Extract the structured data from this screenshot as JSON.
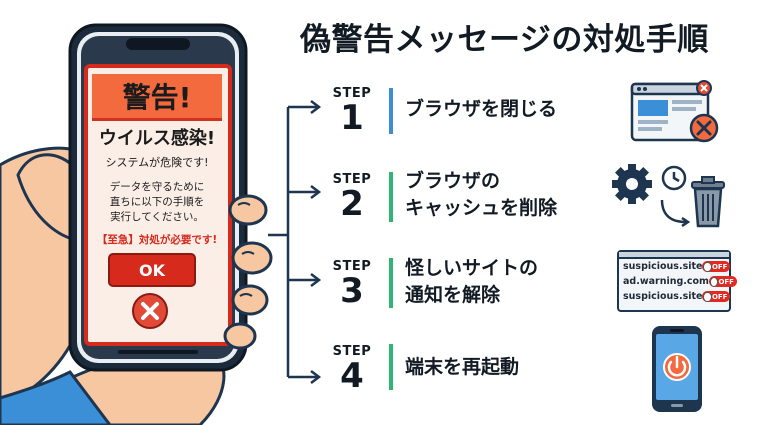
{
  "title": "偽警告メッセージの対処手順",
  "phone": {
    "header": "警告!",
    "virus_text": "ウイルス感染!",
    "danger_text": "システムが危険です!",
    "instructions": [
      "データを守るために",
      "直ちに以下の手順を",
      "実行してください。"
    ],
    "urgent_text": "【至急】対処が必要です!",
    "ok_label": "OK"
  },
  "steps": [
    {
      "word": "STEP",
      "number": "1",
      "lines": [
        "ブラウザを閉じる"
      ],
      "bar_color": "#3a8fd6",
      "icon": "browser-close-icon"
    },
    {
      "word": "STEP",
      "number": "2",
      "lines": [
        "ブラウザの",
        "キャッシュを削除"
      ],
      "bar_color": "#2fb574",
      "icon": "cache-trash-icon"
    },
    {
      "word": "STEP",
      "number": "3",
      "lines": [
        "怪しいサイトの",
        "通知を解除"
      ],
      "bar_color": "#2fb574",
      "icon": "notification-toggle-icon"
    },
    {
      "word": "STEP",
      "number": "4",
      "lines": [
        "端末を再起動"
      ],
      "bar_color": "#2fb574",
      "icon": "phone-power-icon"
    }
  ],
  "notification_sites": [
    {
      "site": "suspicious.site",
      "state": "OFF"
    },
    {
      "site": "ad.warning.com",
      "state": "OFF"
    },
    {
      "site": "suspicious.site",
      "state": "OFF"
    }
  ],
  "colors": {
    "orange": "#f26a3d",
    "red": "#d52a1c",
    "blue": "#3a8fd6",
    "green": "#2fb574",
    "navy": "#1e3550"
  }
}
